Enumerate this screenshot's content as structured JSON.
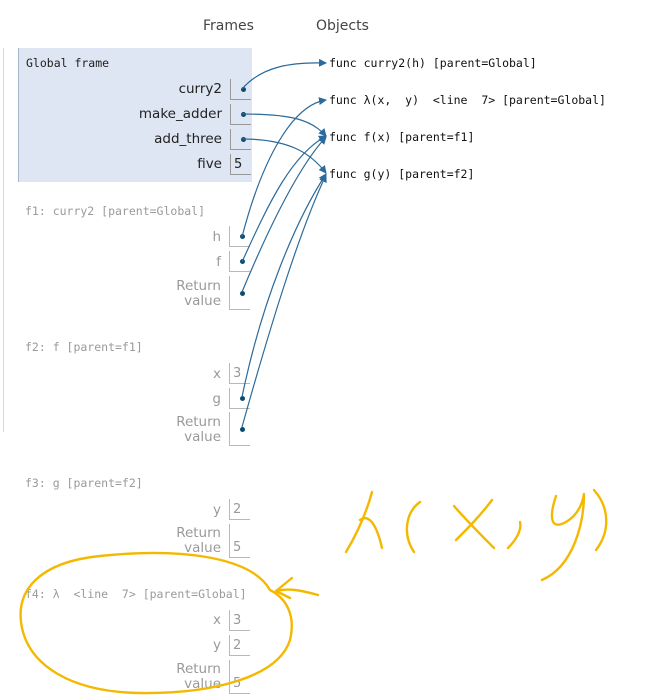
{
  "headers": {
    "frames": "Frames",
    "objects": "Objects"
  },
  "global_frame": {
    "title": "Global frame",
    "vars": [
      {
        "name": "curry2",
        "value": ""
      },
      {
        "name": "make_adder",
        "value": ""
      },
      {
        "name": "add_three",
        "value": ""
      },
      {
        "name": "five",
        "value": "5"
      }
    ]
  },
  "frames": [
    {
      "title": "f1: curry2 [parent=Global]",
      "vars": [
        {
          "name": "h",
          "value": ""
        },
        {
          "name": "f",
          "value": ""
        },
        {
          "name": "Return value",
          "value": ""
        }
      ]
    },
    {
      "title": "f2: f [parent=f1]",
      "vars": [
        {
          "name": "x",
          "value": "3"
        },
        {
          "name": "g",
          "value": ""
        },
        {
          "name": "Return value",
          "value": ""
        }
      ]
    },
    {
      "title": "f3: g [parent=f2]",
      "vars": [
        {
          "name": "y",
          "value": "2"
        },
        {
          "name": "Return value",
          "value": "5"
        }
      ]
    },
    {
      "title": "f4: λ  <line  7> [parent=Global]",
      "vars": [
        {
          "name": "x",
          "value": "3"
        },
        {
          "name": "y",
          "value": "2"
        },
        {
          "name": "Return value",
          "value": "5"
        }
      ]
    }
  ],
  "objects": [
    {
      "label": "func curry2(h) [parent=Global]"
    },
    {
      "label": "func λ(x,  y)  <line  7> [parent=Global]"
    },
    {
      "label": "func f(x) [parent=f1]"
    },
    {
      "label": "func g(y) [parent=f2]"
    }
  ],
  "annotation": {
    "handwritten_text": "λ(x,y)",
    "ink_color": "#f5b800"
  },
  "colors": {
    "global_bg": "#dde6f2",
    "arrow": "#2b6a9a",
    "pointer_dot": "#0b4a6e"
  }
}
